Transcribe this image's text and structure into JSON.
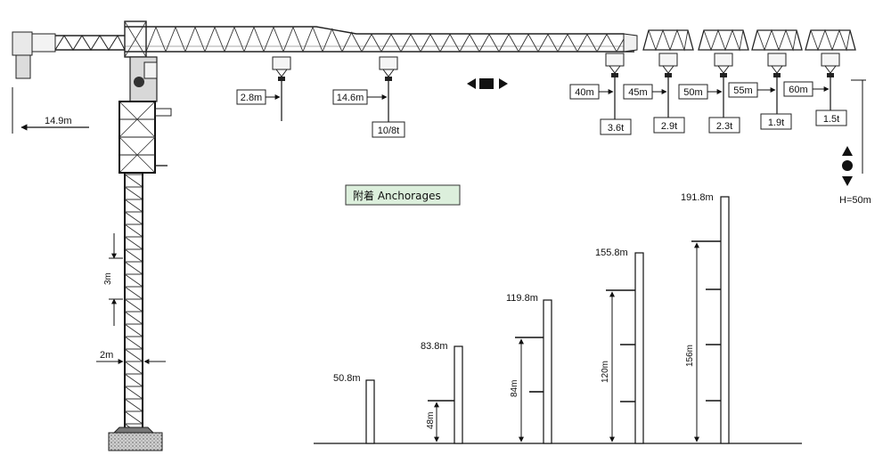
{
  "counterjib": {
    "distance_label": "14.9m"
  },
  "hooks": [
    {
      "radius": "2.8m"
    },
    {
      "radius": "14.6m",
      "load": "10/8t"
    }
  ],
  "trolley_icon": "double-arrow-trolley-icon",
  "tip_loads": [
    {
      "radius": "40m",
      "load": "3.6t"
    },
    {
      "radius": "45m",
      "load": "2.9t"
    },
    {
      "radius": "50m",
      "load": "2.3t"
    },
    {
      "radius": "55m",
      "load": "1.9t"
    },
    {
      "radius": "60m",
      "load": "1.5t"
    }
  ],
  "free_height": {
    "label": "H=50m",
    "icon": "height-adjust-icon"
  },
  "mast": {
    "section_height": "3m",
    "section_width": "2m"
  },
  "anchorages": {
    "legend": "附着 Anchorages",
    "legend_color": "#dcefdc",
    "columns": [
      {
        "top_label": "50.8m",
        "span_label": ""
      },
      {
        "top_label": "83.8m",
        "span_label": "48m"
      },
      {
        "top_label": "119.8m",
        "span_label": "84m"
      },
      {
        "top_label": "155.8m",
        "span_label": "120m"
      },
      {
        "top_label": "191.8m",
        "span_label": "156m"
      }
    ]
  }
}
